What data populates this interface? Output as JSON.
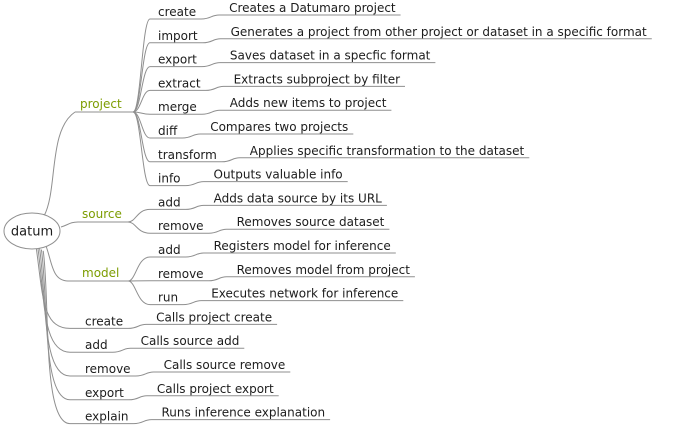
{
  "diagram": {
    "root": {
      "label": "datum"
    },
    "colors": {
      "branch_label": "#7c9c00",
      "edge": "#8f8f8f",
      "text": "#1c1c1c",
      "background": "#ffffff"
    },
    "branches": [
      {
        "label": "project",
        "children": [
          {
            "label": "create",
            "desc": "Creates a Datumaro project"
          },
          {
            "label": "import",
            "desc": "Generates a project from other project or dataset in a specific format"
          },
          {
            "label": "export",
            "desc": "Saves dataset in a specfic format"
          },
          {
            "label": "extract",
            "desc": "Extracts subproject by filter"
          },
          {
            "label": "merge",
            "desc": "Adds new items to project"
          },
          {
            "label": "diff",
            "desc": "Compares two projects"
          },
          {
            "label": "transform",
            "desc": "Applies specific transformation to the dataset"
          },
          {
            "label": "info",
            "desc": "Outputs valuable info"
          }
        ]
      },
      {
        "label": "source",
        "children": [
          {
            "label": "add",
            "desc": "Adds data source by its URL"
          },
          {
            "label": "remove",
            "desc": "Removes source dataset"
          }
        ]
      },
      {
        "label": "model",
        "children": [
          {
            "label": "add",
            "desc": "Registers model for inference"
          },
          {
            "label": "remove",
            "desc": "Removes model from project"
          },
          {
            "label": "run",
            "desc": "Executes network for inference"
          }
        ]
      },
      {
        "label": "create",
        "desc": "Calls project create"
      },
      {
        "label": "add",
        "desc": "Calls source add"
      },
      {
        "label": "remove",
        "desc": "Calls source remove"
      },
      {
        "label": "export",
        "desc": "Calls project export"
      },
      {
        "label": "explain",
        "desc": "Runs inference explanation"
      }
    ]
  }
}
